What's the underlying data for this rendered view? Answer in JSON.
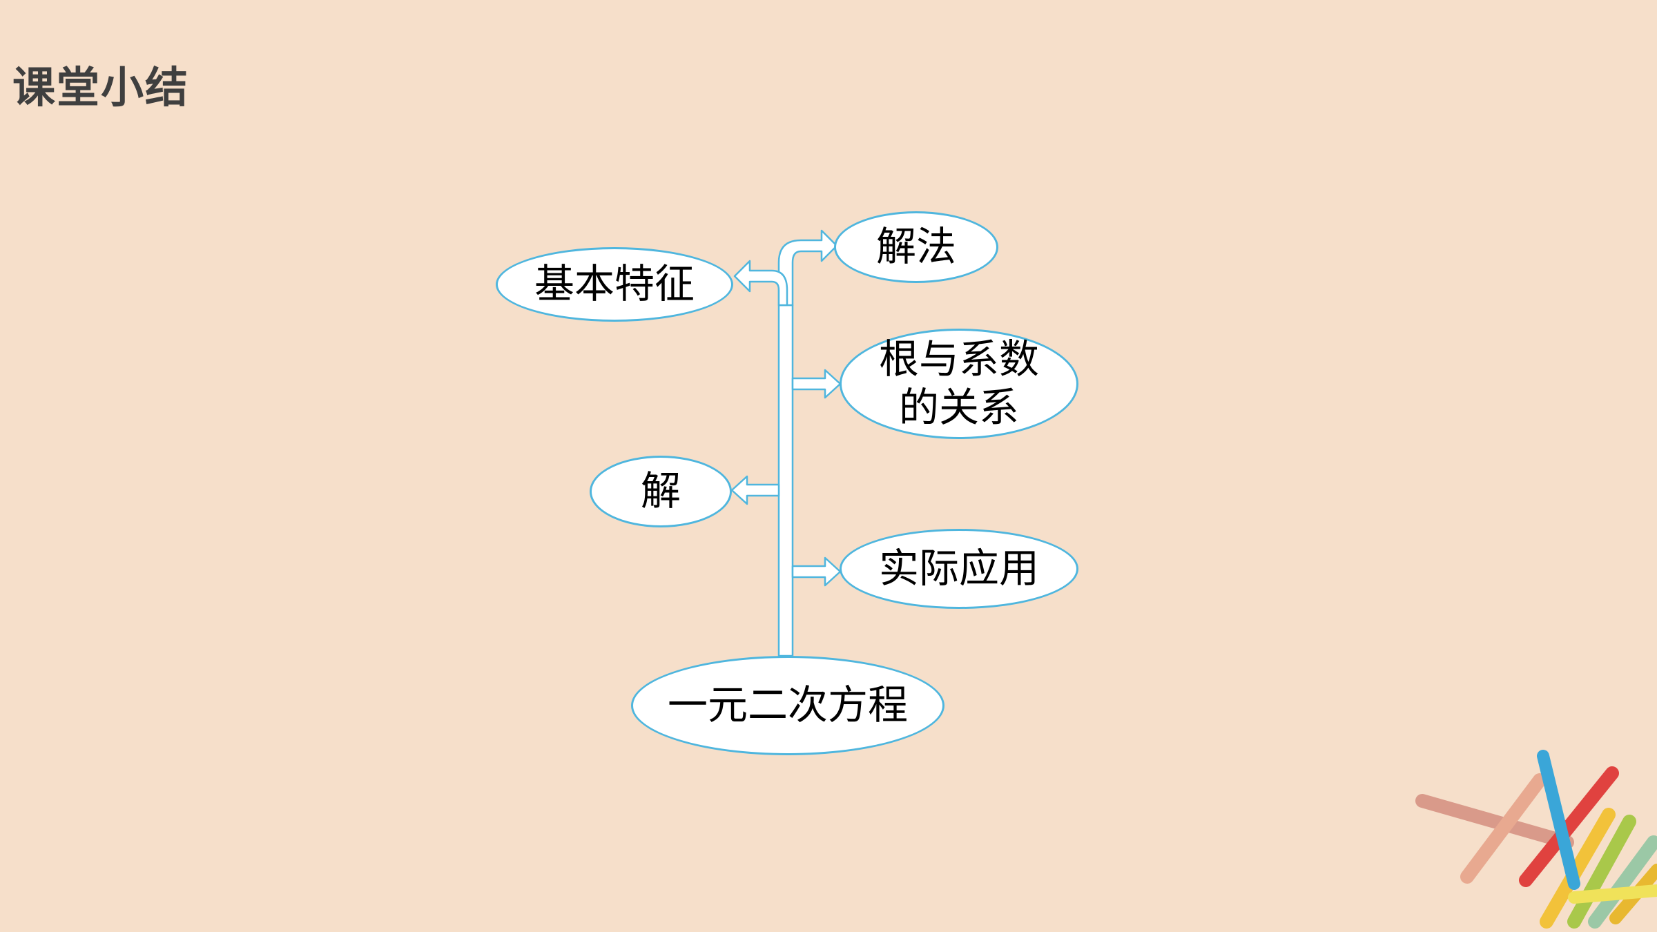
{
  "page": {
    "title": "课堂小结"
  },
  "diagram": {
    "root": "一元二次方程",
    "branches": {
      "basic_features": "基本特征",
      "solution": "解",
      "solving_methods": "解法",
      "roots_coefficients": "根与系数\n的关系",
      "applications": "实际应用"
    }
  },
  "colors": {
    "background": "#f6dfca",
    "accent": "#4fb6de",
    "title": "#3f3f3f"
  },
  "icons": {
    "decoration": "chalk-sticks-icon"
  }
}
